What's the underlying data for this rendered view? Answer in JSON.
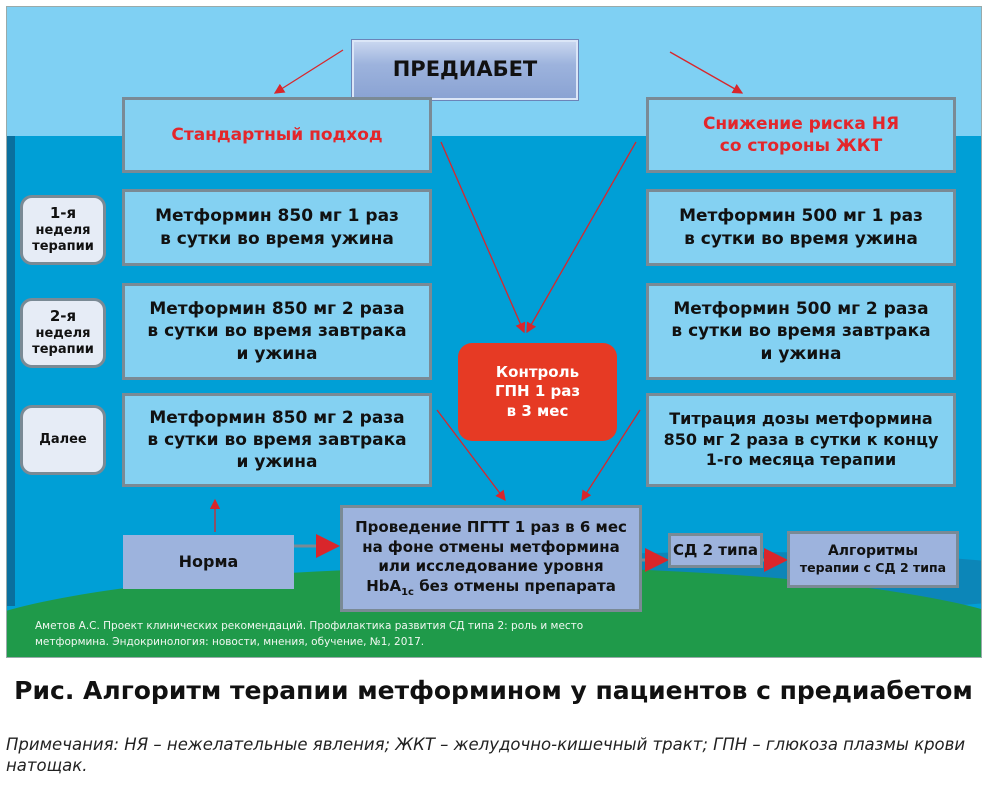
{
  "diagram": {
    "root": "ПРЕДИАБЕТ",
    "left_header": "Стандартный подход",
    "right_header": [
      "Снижение риска НЯ",
      "со стороны ЖКТ"
    ],
    "weeks": [
      [
        "1-я",
        "неделя",
        "терапии"
      ],
      [
        "2-я",
        "неделя",
        "терапии"
      ],
      [
        "Далее"
      ]
    ],
    "left_steps": [
      [
        "Метформин 850 мг 1 раз",
        "в сутки во время ужина"
      ],
      [
        "Метформин 850 мг 2 раза",
        "в сутки во время завтрака",
        "и ужина"
      ],
      [
        "Метформин 850 мг 2 раза",
        "в сутки во время завтрака",
        "и ужина"
      ]
    ],
    "right_steps": [
      [
        "Метформин 500 мг 1 раз",
        "в сутки во время ужина"
      ],
      [
        "Метформин 500 мг 2 раза",
        "в сутки во время завтрака",
        "и ужина"
      ],
      [
        "Титрация дозы метформина",
        "850 мг 2 раза в сутки к концу",
        "1-го месяца терапии"
      ]
    ],
    "control": [
      "Контроль",
      "ГПН 1 раз",
      "в 3 мес"
    ],
    "norm": "Норма",
    "ogtt": [
      "Проведение ПГТТ 1 раз в 6 мес",
      "на фоне отмены метформина",
      "или исследование уровня"
    ],
    "ogtt_hba": "HbA",
    "ogtt_sub": "1c",
    "ogtt_end": " без отмены препарата",
    "dm2": "СД 2 типа",
    "algo": [
      "Алгоритмы",
      "терапии с СД 2 типа"
    ],
    "citation": [
      "Аметов А.С. Проект клинических рекомендаций. Профилактика развития СД типа 2: роль и место",
      "метформина. Эндокринология: новости, мнения, обучение, №1, 2017."
    ]
  },
  "caption": "Рис. Алгоритм терапии метформином у пациентов с предиабетом",
  "note": "Примечания: НЯ – нежелательные явления; ЖКТ – желудочно-кишечный тракт; ГПН – глюкоза плазмы крови натощак.",
  "colors": {
    "arrow": "#d9262b",
    "control": "#e63a24",
    "sky": "#7fd0f3",
    "water": "#009fd6",
    "grass": "#1f9a4a"
  }
}
